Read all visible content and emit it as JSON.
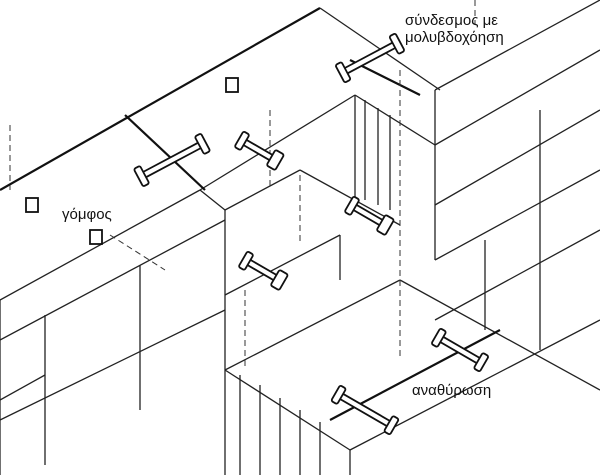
{
  "labels": {
    "clamp_label_line1": "σύνδεσμος με",
    "clamp_label_line2": "μολυβδοχόηση",
    "dowel_label": "γόμφος",
    "anathyrosis_label": "αναθύρωση"
  },
  "colors": {
    "ink": "#222222",
    "paper": "#ffffff"
  }
}
